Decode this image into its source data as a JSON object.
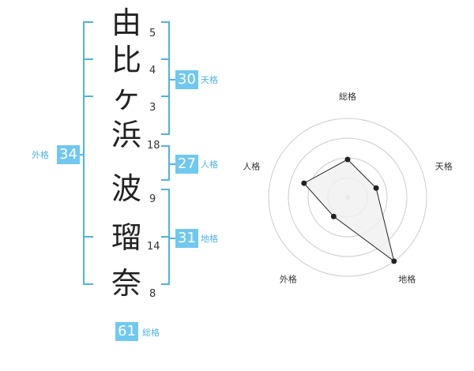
{
  "name_chars": [
    {
      "char": "由",
      "strokes": "5"
    },
    {
      "char": "比",
      "strokes": "4"
    },
    {
      "char": "ヶ",
      "strokes": "3"
    },
    {
      "char": "浜",
      "strokes": "18"
    },
    {
      "char": "波",
      "strokes": "9"
    },
    {
      "char": "瑠",
      "strokes": "14"
    },
    {
      "char": "奈",
      "strokes": "8"
    }
  ],
  "fortunes": {
    "tenkaku": {
      "value": "30",
      "label": "天格"
    },
    "jinkaku": {
      "value": "27",
      "label": "人格"
    },
    "chikaku": {
      "value": "31",
      "label": "地格"
    },
    "gaikaku": {
      "value": "34",
      "label": "外格"
    },
    "soukaku": {
      "value": "61",
      "label": "総格"
    }
  },
  "colors": {
    "accent": "#70c8f0",
    "bracket": "#4fb3e6",
    "radar_fill": "#f0f0f0",
    "radar_stroke": "#222222"
  },
  "chart_data": {
    "type": "radar",
    "axes": [
      "総格",
      "天格",
      "地格",
      "外格",
      "人格"
    ],
    "values": [
      0.48,
      0.38,
      1.0,
      0.3,
      0.58
    ],
    "rings": 4
  }
}
